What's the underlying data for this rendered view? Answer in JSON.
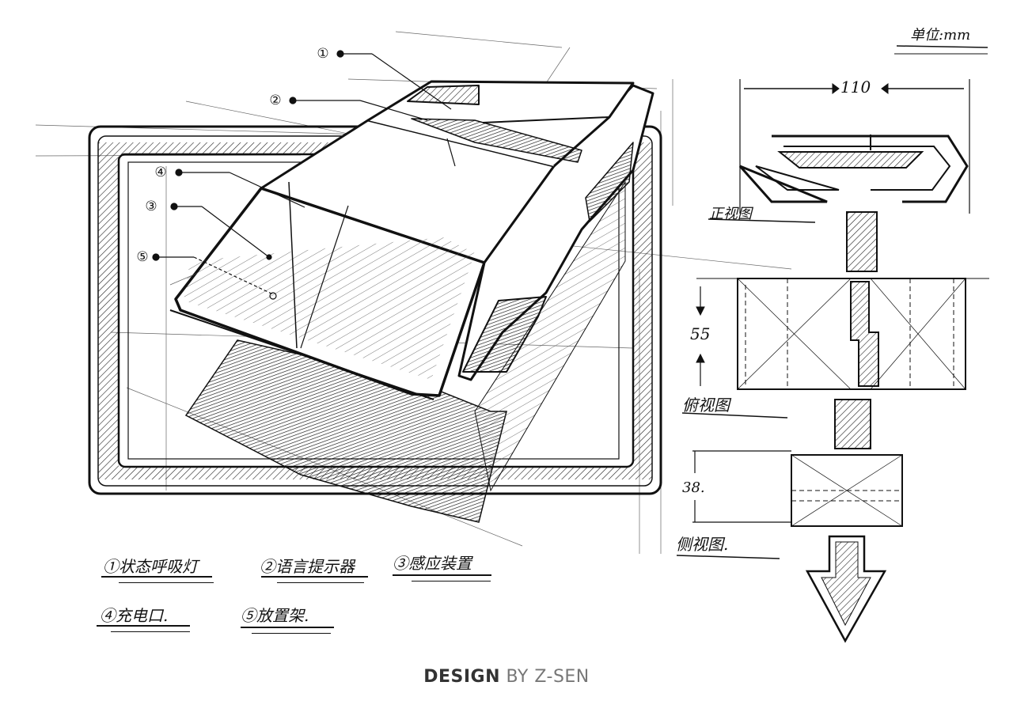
{
  "unit_label": "单位:mm",
  "dimensions": {
    "width": "110",
    "top_height": "55",
    "side_height": "38."
  },
  "views": {
    "front": "正视图",
    "top": "俯视图",
    "side": "侧视图."
  },
  "callouts": [
    "①",
    "②",
    "③",
    "④",
    "⑤"
  ],
  "legend": [
    "①状态呼吸灯",
    "②语言提示器",
    "③感应装置",
    "④充电口.",
    "⑤放置架."
  ],
  "footer": {
    "bold": "DESIGN",
    "rest": "BY Z-SEN"
  }
}
